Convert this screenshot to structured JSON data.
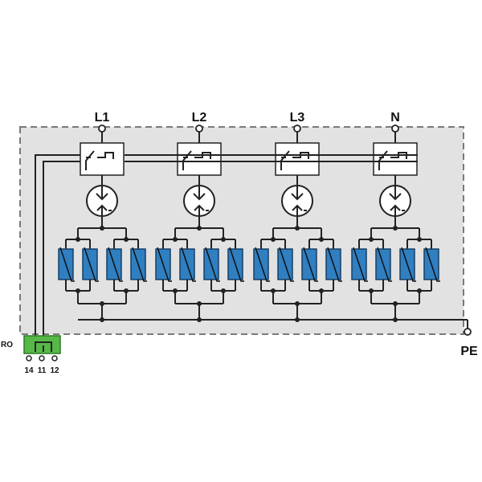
{
  "terminals": [
    {
      "id": "l1",
      "label": "L1"
    },
    {
      "id": "l2",
      "label": "L2"
    },
    {
      "id": "l3",
      "label": "L3"
    },
    {
      "id": "n",
      "label": "N"
    }
  ],
  "pe_label": "PE",
  "remote_contact": {
    "label": "RO",
    "pins": [
      "14",
      "11",
      "12"
    ]
  },
  "colors": {
    "enclosure_fill": "#e2e2e2",
    "enclosure_border": "#7a7a7a",
    "varistor": "#2f7fc1",
    "contact_block": "#56b947",
    "wire": "#222222"
  }
}
